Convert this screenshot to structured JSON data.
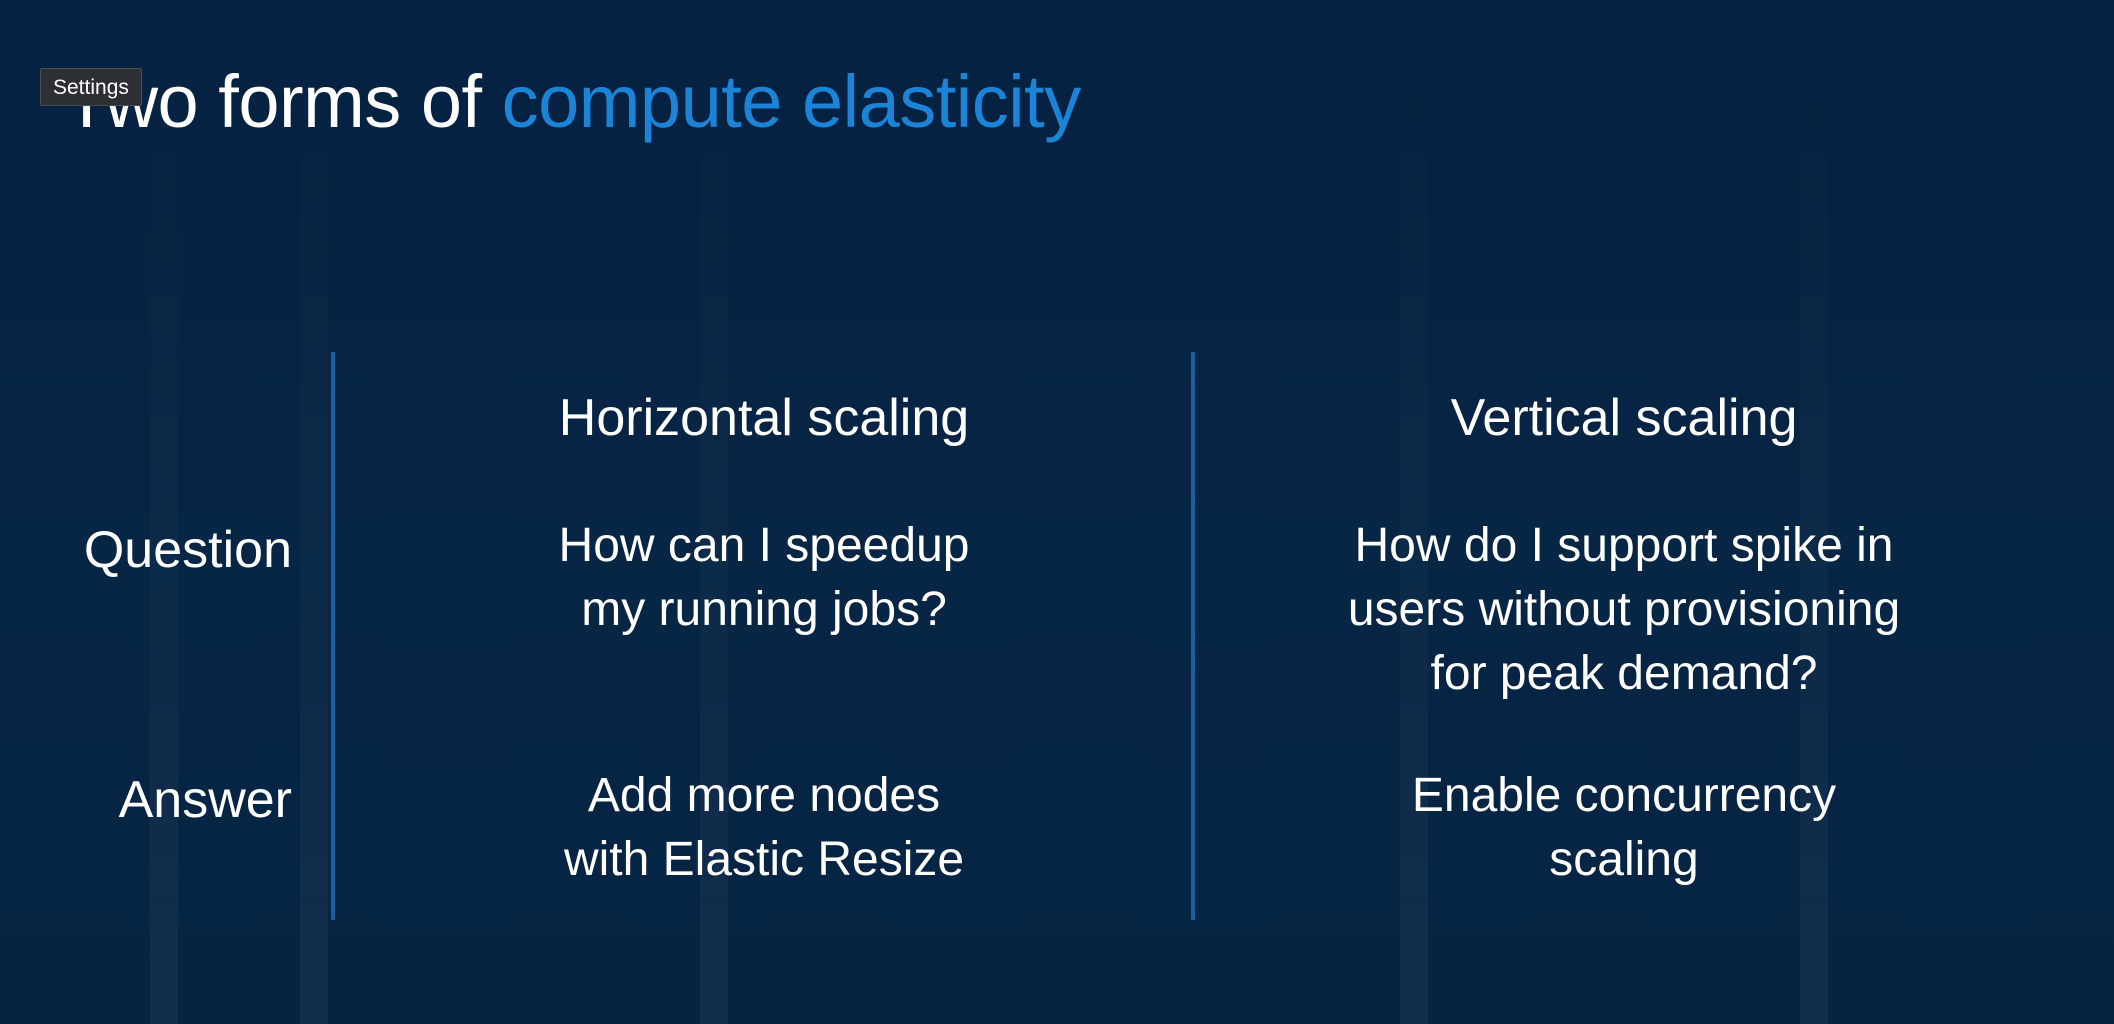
{
  "slide": {
    "title_part1": "Two forms of ",
    "title_part2": "compute elasticity",
    "accent_color": "#1c84d6",
    "background_color": "#072343"
  },
  "tooltip": {
    "label": "Settings"
  },
  "table": {
    "columns": [
      "Horizontal scaling",
      "Vertical scaling"
    ],
    "rows": [
      {
        "label": "Question",
        "cells": [
          [
            "How can I speedup",
            "my running jobs?"
          ],
          [
            "How do I support spike in",
            "users without provisioning",
            "for peak demand?"
          ]
        ]
      },
      {
        "label": "Answer",
        "cells": [
          [
            "Add more nodes",
            "with Elastic Resize"
          ],
          [
            "Enable concurrency",
            "scaling"
          ]
        ]
      }
    ]
  }
}
